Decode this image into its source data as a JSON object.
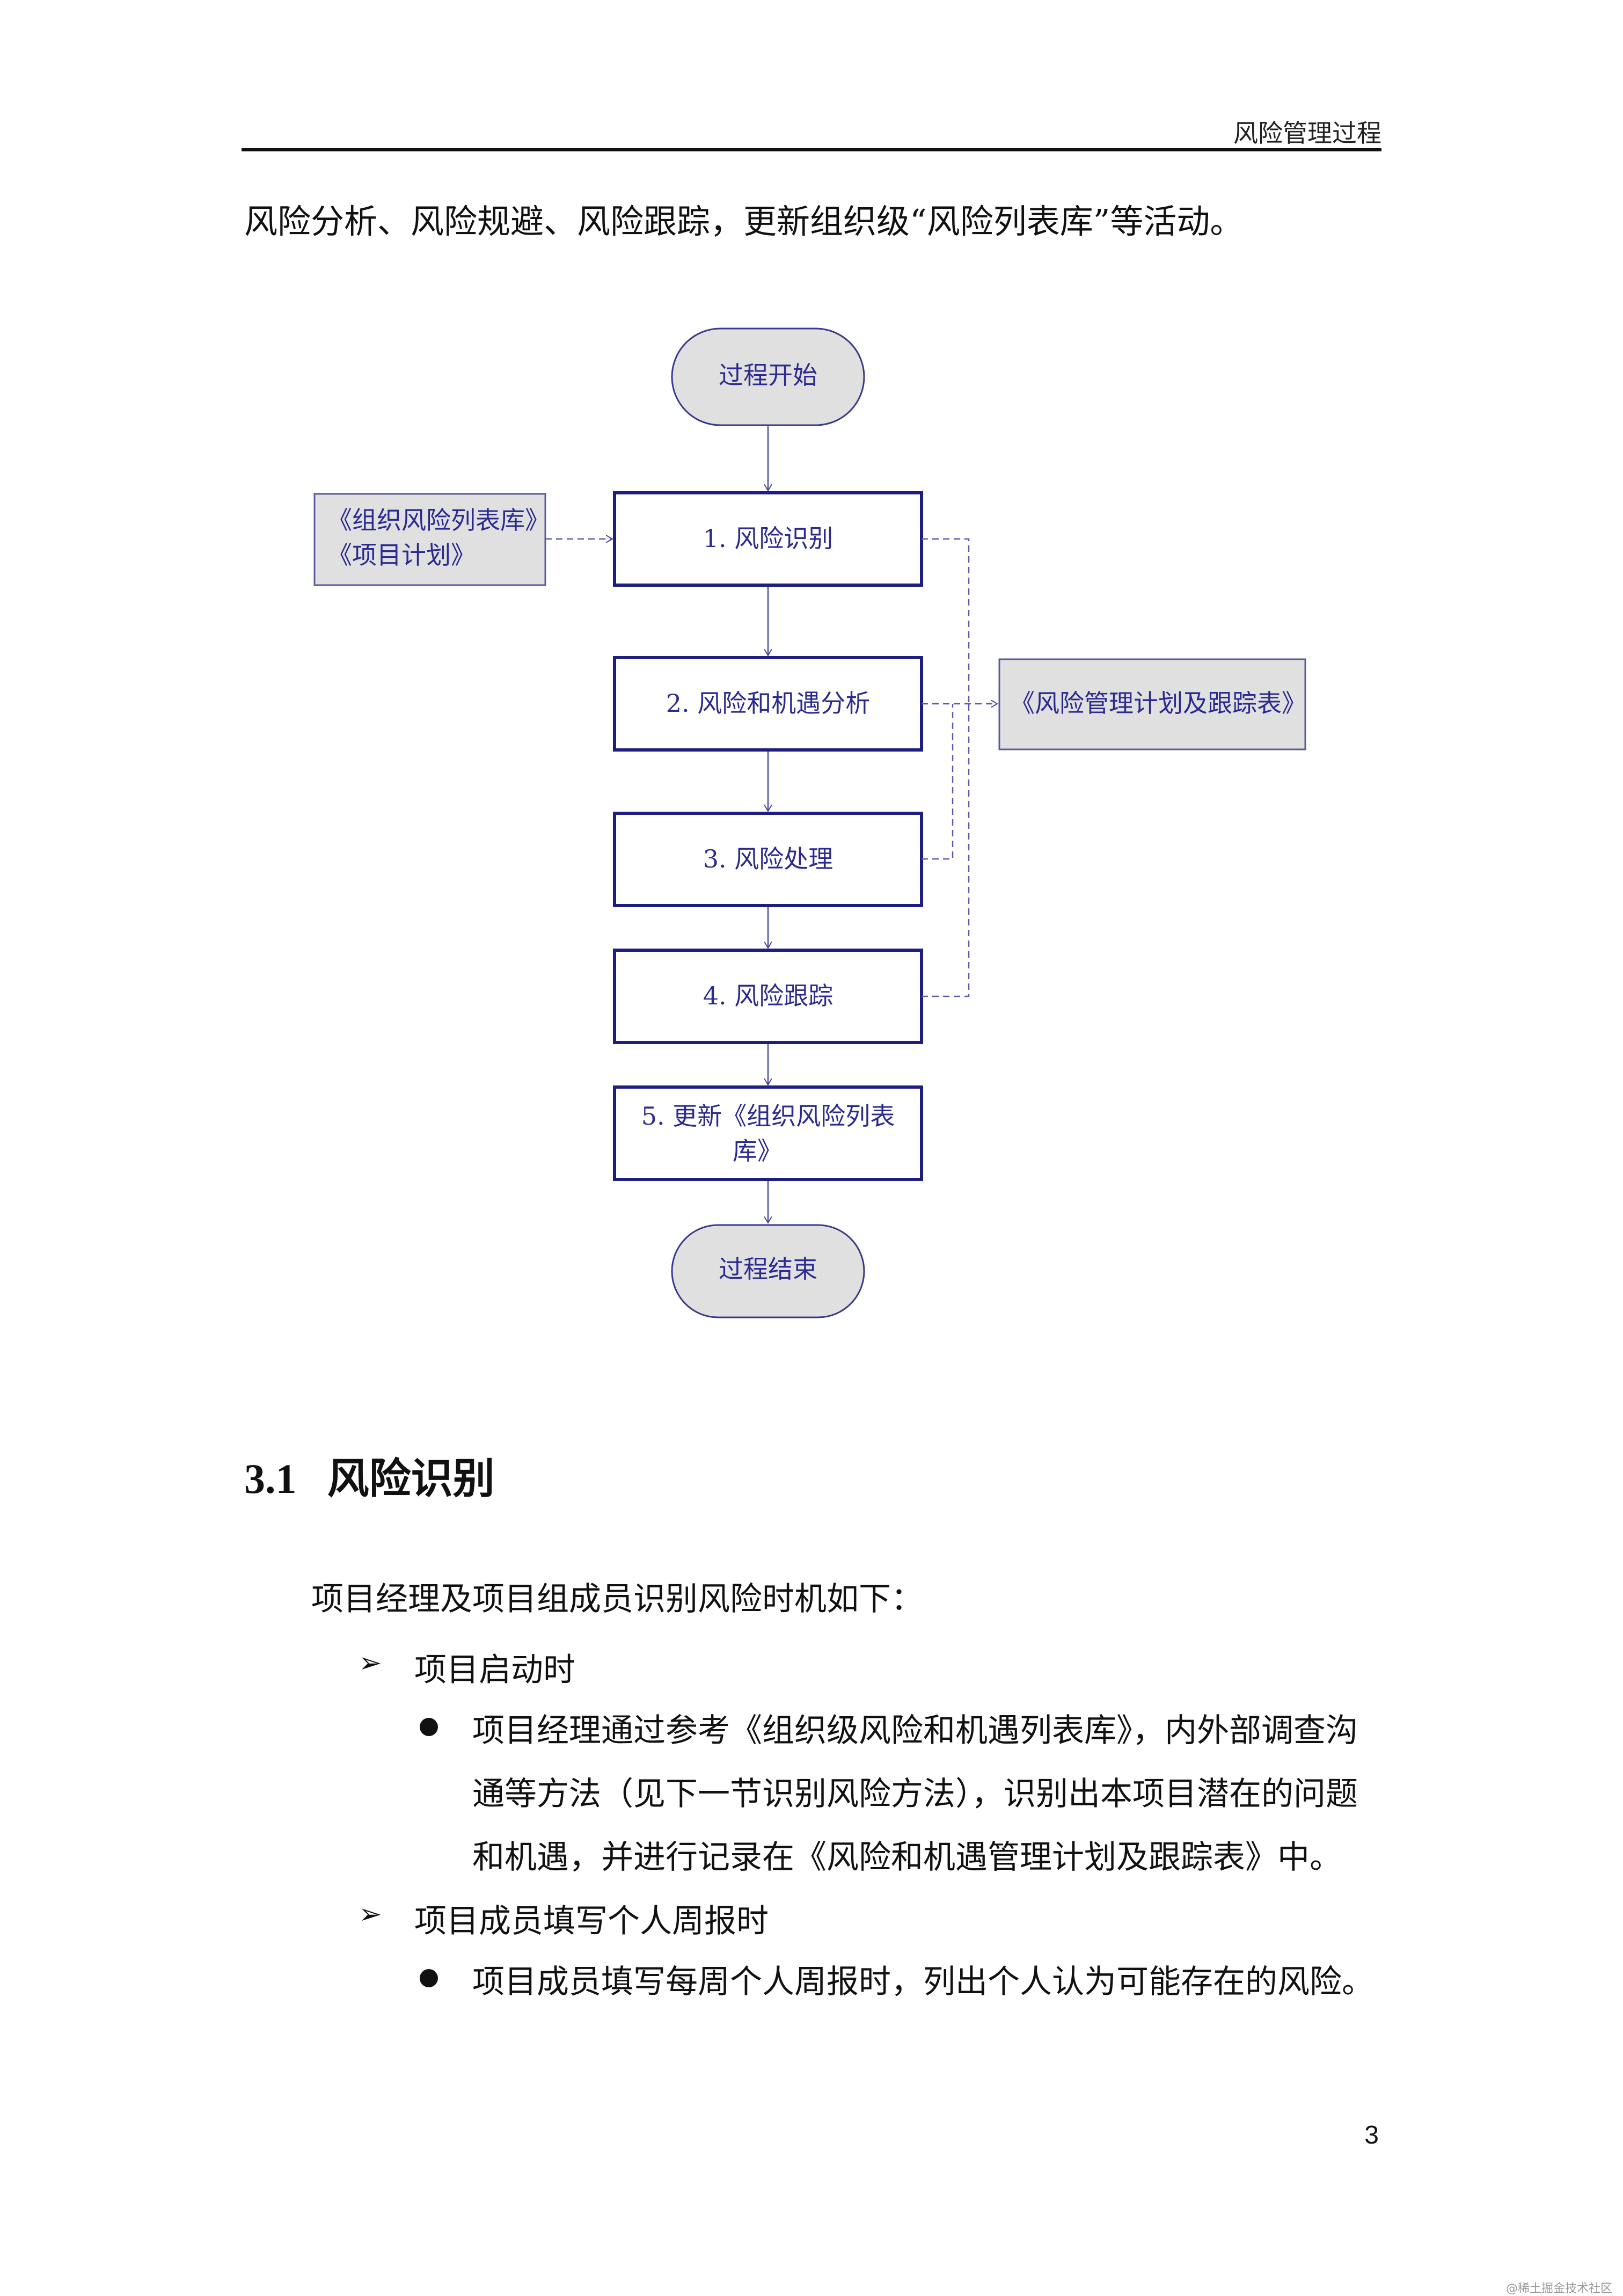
{
  "header": {
    "title": "风险管理过程"
  },
  "intro": "风险分析、风险规避、风险跟踪，更新组织级“风险列表库”等活动。",
  "flowchart": {
    "start": "过程开始",
    "end": "过程结束",
    "input_lines": [
      "《组织风险列表库》",
      "《项目计划》"
    ],
    "output": "《风险管理计划及跟踪表》",
    "steps": [
      {
        "label": "1.  风险识别"
      },
      {
        "label": "2.  风险和机遇分析"
      },
      {
        "label": "3.  风险处理"
      },
      {
        "label": "4.  风险跟踪"
      },
      {
        "label_line1": "5.  更新《组织风险列表",
        "label_line2": "库》"
      }
    ]
  },
  "section": {
    "number": "3.1",
    "title": "风险识别"
  },
  "body": {
    "lead": "项目经理及项目组成员识别风险时机如下：",
    "item1": {
      "title": "项目启动时",
      "lines": [
        "项目经理通过参考《组织级风险和机遇列表库》，内外部调查沟",
        "通等方法（见下一节识别风险方法），识别出本项目潜在的问题",
        "和机遇，并进行记录在《风险和机遇管理计划及跟踪表》中。"
      ]
    },
    "item2": {
      "title": "项目成员填写个人周报时",
      "lines": [
        "项目成员填写每周个人周报时，列出个人认为可能存在的风险。"
      ]
    }
  },
  "page_number": "3",
  "watermark": "@稀土掘金技术社区"
}
